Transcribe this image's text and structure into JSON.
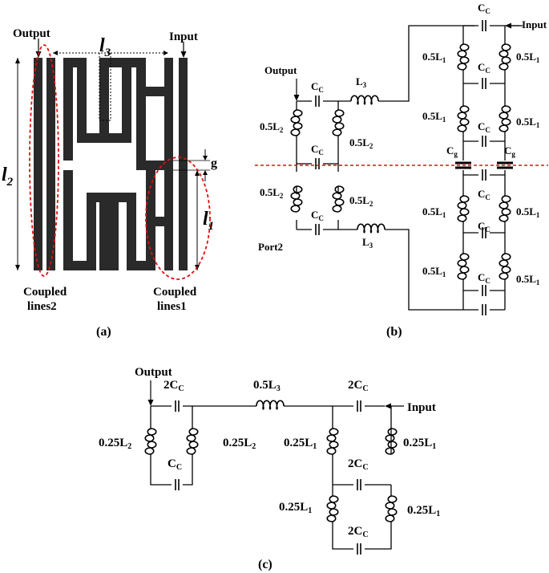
{
  "panel_a": {
    "output": "Output",
    "input": "Input",
    "l3": "l",
    "l3_sub": "3",
    "l2": "l",
    "l2_sub": "2",
    "l1": "l",
    "l1_sub": "1",
    "g": "g",
    "coupled2_line1": "Coupled",
    "coupled2_line2": "lines2",
    "coupled1_line1": "Coupled",
    "coupled1_line2": "lines1",
    "caption": "(a)"
  },
  "panel_b": {
    "output": "Output",
    "input": "Input",
    "port2": "Port2",
    "cc": "C",
    "cc_sub": "C",
    "cg": "C",
    "cg_sub": "g",
    "l3": "L",
    "l3_sub": "3",
    "half_l1": "0.5L",
    "half_l1_sub": "1",
    "half_l2": "0.5L",
    "half_l2_sub": "2",
    "caption": "(b)"
  },
  "panel_c": {
    "output": "Output",
    "input": "Input",
    "two_cc": "2C",
    "two_cc_sub": "C",
    "cc": "C",
    "cc_sub": "C",
    "half_l3": "0.5L",
    "half_l3_sub": "3",
    "q_l1": "0.25L",
    "q_l1_sub": "1",
    "q_l2": "0.25L",
    "q_l2_sub": "2",
    "caption": "(c)"
  }
}
